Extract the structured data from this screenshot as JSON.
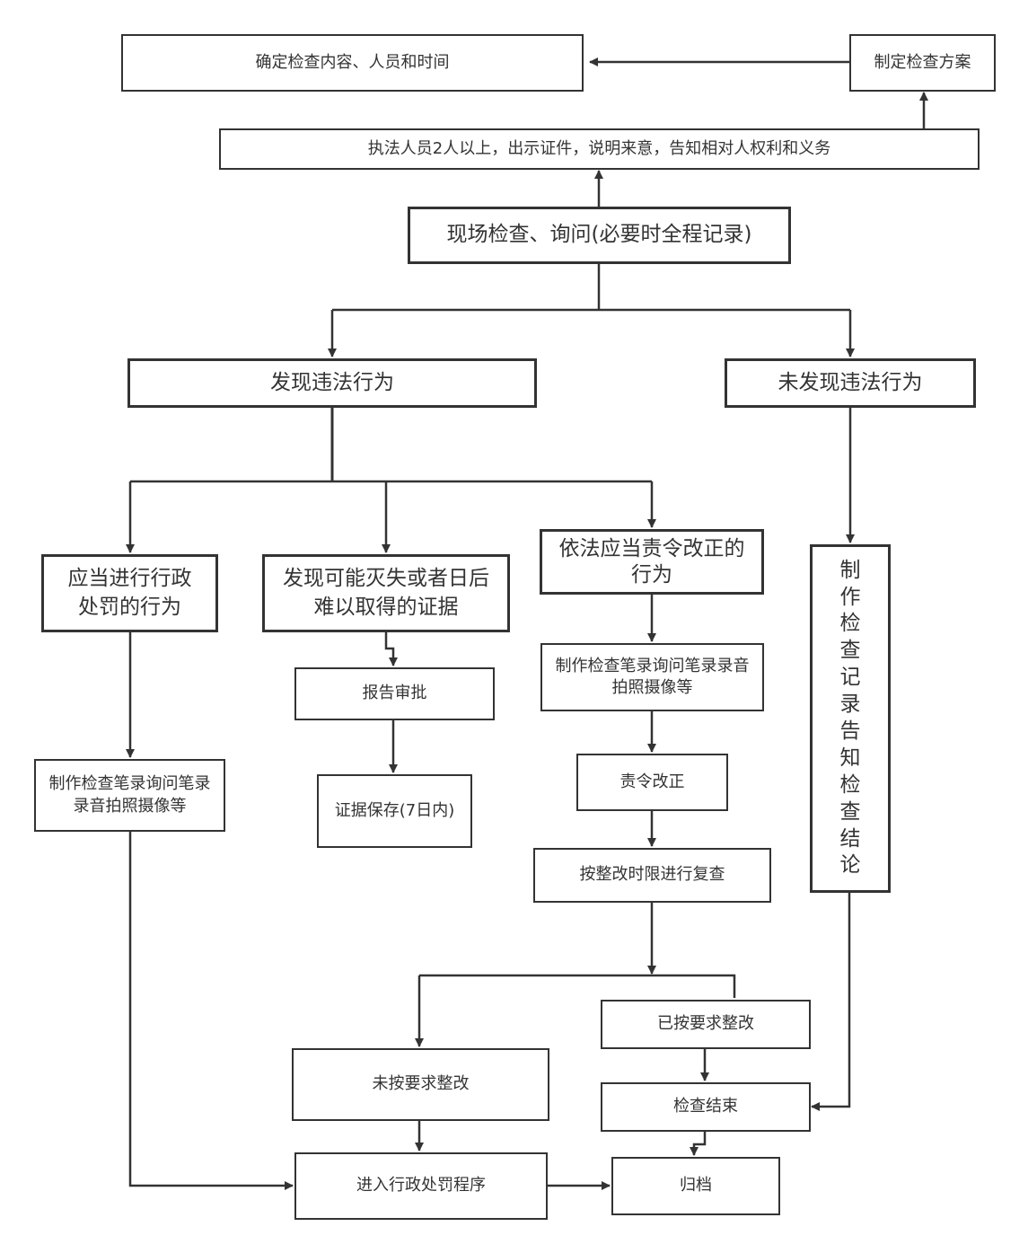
{
  "nodes": {
    "determine_content": "确定检查内容、人员和时间",
    "make_plan": "制定检查方案",
    "two_officers": "执法人员2人以上，出示证件，说明来意，告知相对人权利和义务",
    "onsite_inspection": "现场检查、询问(必要时全程记录)",
    "violation_found": "发现违法行为",
    "no_violation": "未发现违法行为",
    "should_penalize": "应当进行行政处罚的行为",
    "evidence_risk": "发现可能灭失或者日后难以取得的证据",
    "should_correct": "依法应当责令改正的行为",
    "make_record_conclusion": "制作检查记录告知检查结论",
    "record_left": "制作检查笔录询问笔录录音拍照摄像等",
    "report_approval": "报告审批",
    "evidence_preservation": "证据保存(7日内)",
    "record_middle": "制作检查笔录询问笔录录音拍照摄像等",
    "order_correction": "责令改正",
    "recheck": "按整改时限进行复查",
    "corrected": "已按要求整改",
    "not_corrected": "未按要求整改",
    "inspection_end": "检查结束",
    "penalty_procedure": "进入行政处罚程序",
    "archive": "归档"
  }
}
